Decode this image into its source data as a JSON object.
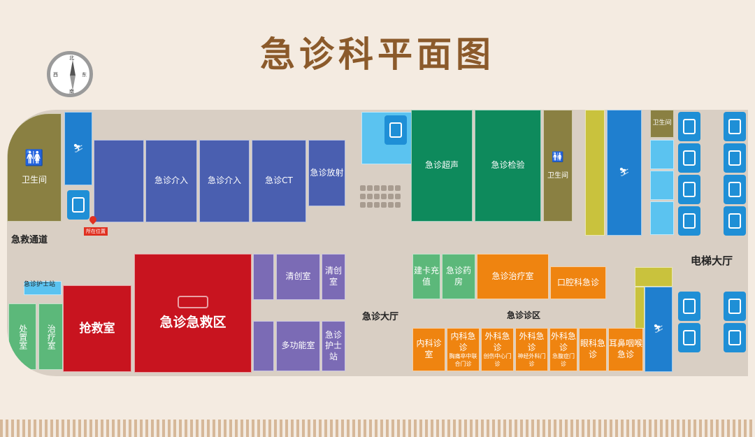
{
  "title": "急诊科平面图",
  "compass": {
    "north": "北",
    "south": "南",
    "east": "东",
    "west": "西"
  },
  "rooms": {
    "toilet_left": "卫生间",
    "jieru1": "急诊介入",
    "jieru2": "急诊介入",
    "ct": "急诊CT",
    "fangshe": "急诊放射",
    "chaosheng": "急诊超声",
    "jianyan": "急诊检验",
    "toilet_mid": "卫生间",
    "toilet_right": "卫生间",
    "nurse_left": "急诊护士站",
    "chuzhi": "处置室",
    "zhiliao": "治疗室",
    "qiangjiu": "抢救室",
    "jijiu": "急诊急救区",
    "qingchuang1": "清创室",
    "qingchuang2": "清创室",
    "duogongneng": "多功能室",
    "nurse_right": "急诊护士站",
    "jianka": "建卡充值",
    "yaofang": "急诊药房",
    "zhiliaoshi": "急诊治疗室",
    "kouqiang": "口腔科急诊",
    "neike": "内科诊室",
    "neike2_title": "内科急诊",
    "neike2_sub": "胸痛卒中联合门诊",
    "waike1_title": "外科急诊",
    "waike1_sub": "创伤中心门诊",
    "waike2_title": "外科急诊",
    "waike2_sub": "神经外科门诊",
    "waike3_title": "外科急诊",
    "waike3_sub": "急腹症门诊",
    "yanke": "眼科急诊",
    "erbi": "耳鼻咽喉急诊"
  },
  "labels": {
    "jijiu_tongdao": "急救通道",
    "dianti_dating": "电梯大厅",
    "jizhen_dating": "急诊大厅",
    "jizhen_zhenqu": "急诊诊区",
    "location": "所在位置"
  }
}
